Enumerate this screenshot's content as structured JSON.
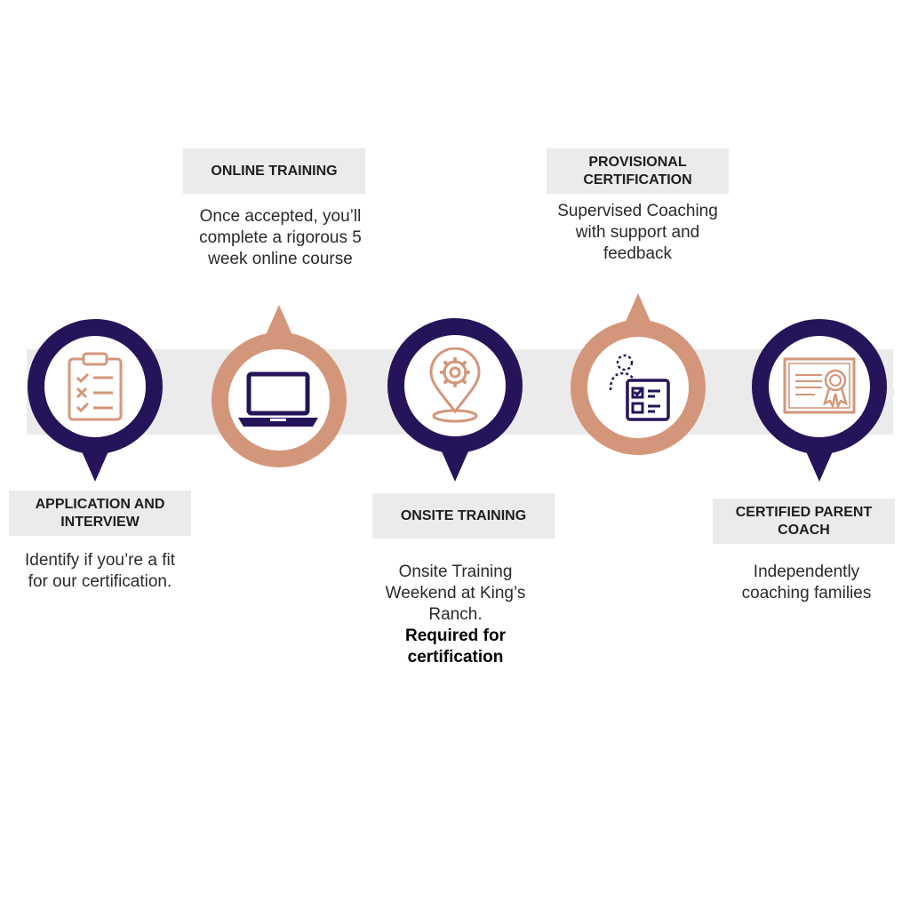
{
  "steps": [
    {
      "title": "APPLICATION AND INTERVIEW",
      "desc": "Identify if you’re a fit for our certification.",
      "icon": "clipboard-checklist-icon"
    },
    {
      "title": "ONLINE TRAINING",
      "desc": "Once accepted, you’ll complete a rigorous 5 week online course",
      "icon": "laptop-icon"
    },
    {
      "title": "ONSITE TRAINING",
      "desc": "Onsite Training Weekend at King’s Ranch.",
      "desc_bold": "Required for certification",
      "icon": "location-gear-icon"
    },
    {
      "title": "PROVISIONAL CERTIFICATION",
      "desc": "Supervised Coaching with support and feedback",
      "icon": "supervised-checklist-icon"
    },
    {
      "title": "CERTIFIED PARENT COACH",
      "desc": "Independently coaching families",
      "icon": "certificate-icon"
    }
  ],
  "colors": {
    "navy": "#26145a",
    "peach": "#d4967a",
    "band": "#ebebeb"
  }
}
